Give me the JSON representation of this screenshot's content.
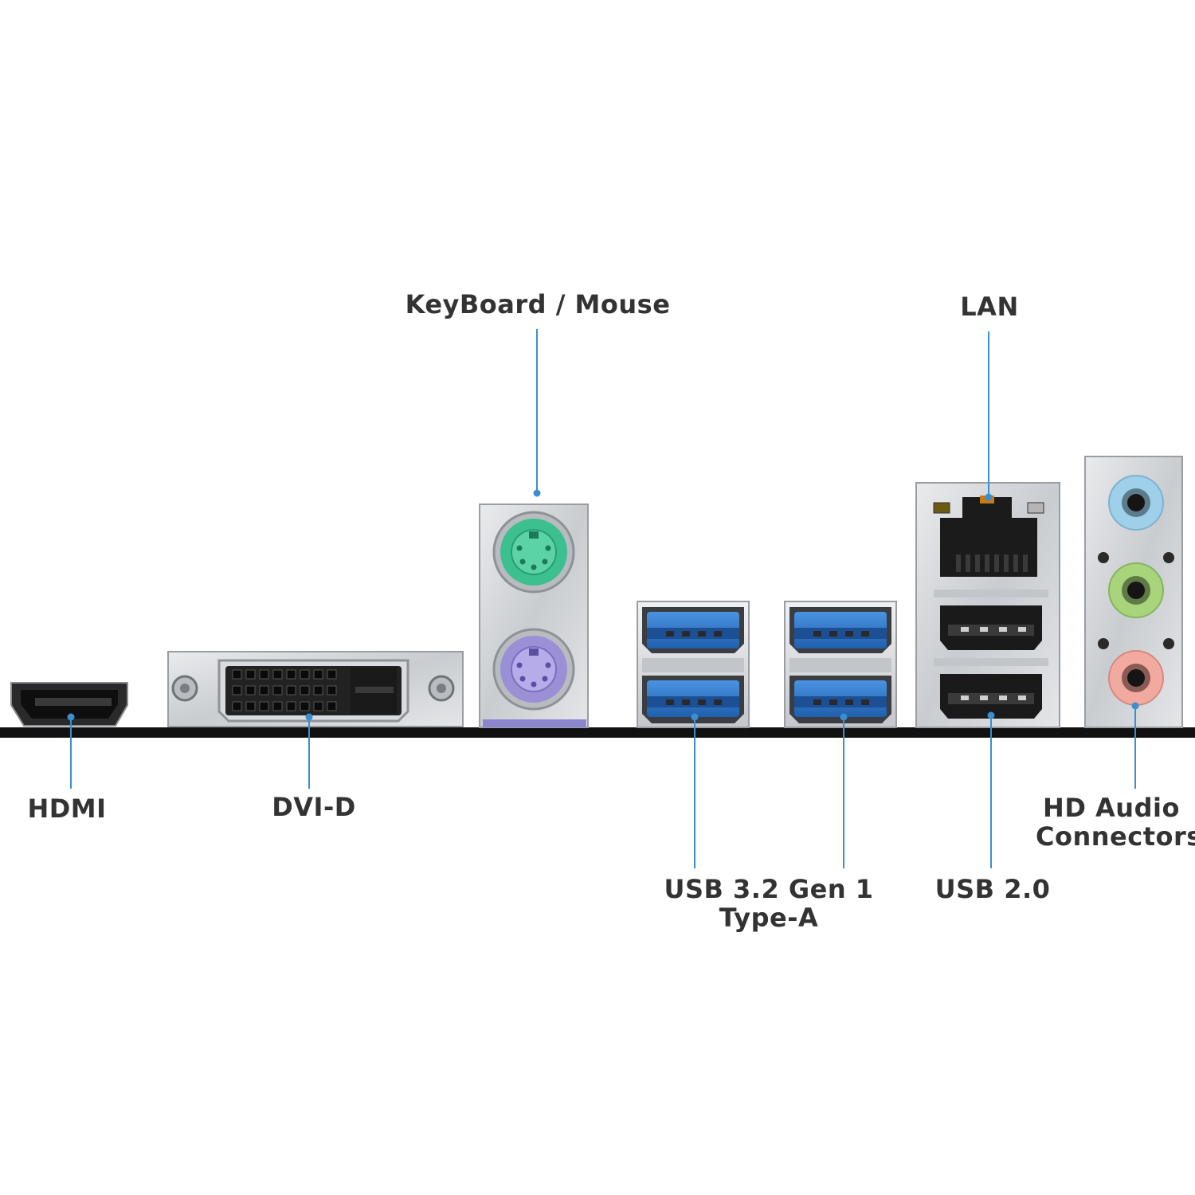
{
  "labels": {
    "keyboard_mouse": "KeyBoard / Mouse",
    "lan": "LAN",
    "hdmi": "HDMI",
    "dvi_d": "DVI-D",
    "usb32_line1": "USB 3.2 Gen 1",
    "usb32_line2": "Type-A",
    "usb20": "USB 2.0",
    "hd_audio_line1": "HD Audio",
    "hd_audio_line2": "Connectors"
  },
  "colors": {
    "leader_line": "#3a8fcf",
    "label_text": "#333333",
    "ps2_keyboard": "#3cc08f",
    "ps2_mouse": "#9b8fd6",
    "usb3_blue": "#2f76c8",
    "audio_line_in": "#9fd0ea",
    "audio_line_out": "#a8d47c",
    "audio_mic": "#f2a9a0",
    "metal": "#d3d6d9",
    "baseline": "#111111"
  },
  "icons": [
    "hdmi-port-icon",
    "dvi-d-port-icon",
    "ps2-port-icon",
    "usb3-port-icon",
    "rj45-lan-port-icon",
    "usb2-port-icon",
    "audio-jack-icon"
  ]
}
